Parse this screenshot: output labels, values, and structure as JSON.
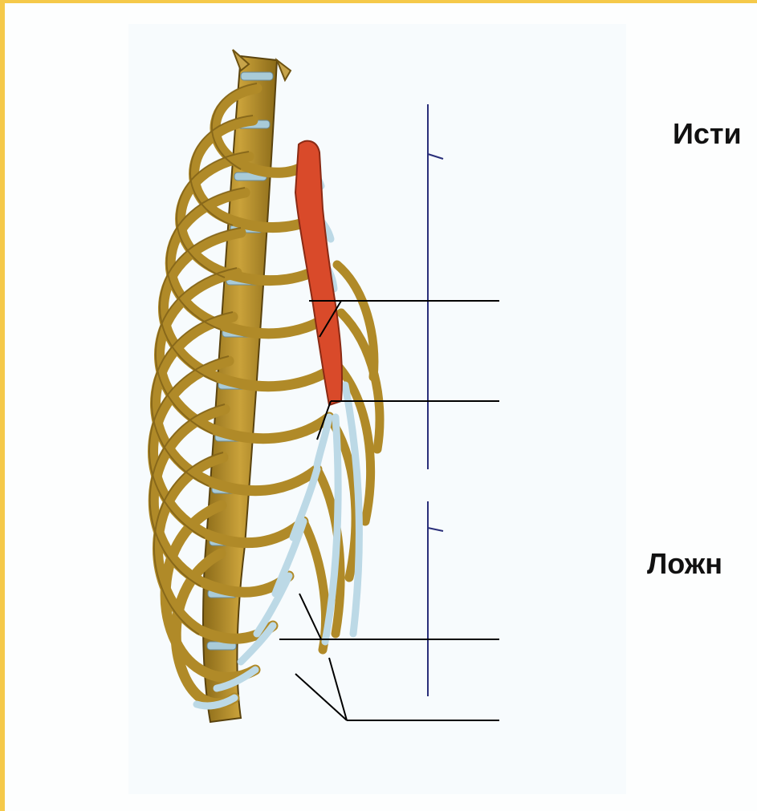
{
  "labels": {
    "true_ribs": "Исти",
    "false_ribs": "Ложн"
  },
  "colors": {
    "bone": "#b8932a",
    "bone_dark": "#6e5312",
    "cartilage": "#bcd9e6",
    "sternum": "#d94a2a",
    "bracket": "#2a2f7a",
    "pointer": "#000000"
  },
  "icons": [
    "rib-cage-illustration"
  ]
}
